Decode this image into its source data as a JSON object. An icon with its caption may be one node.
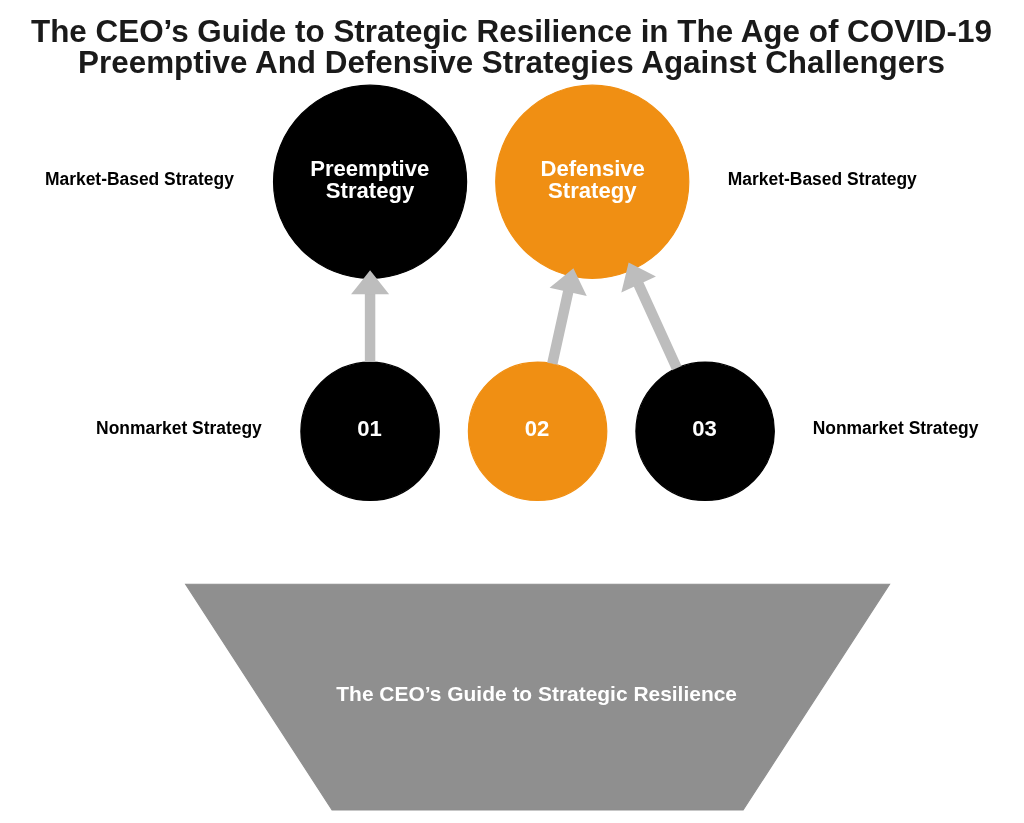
{
  "diagram": {
    "title": "The CEO’s Guide to Strategic Resilience in The Age of COVID-19 Preemptive And Defensive Strategies Against Challengers",
    "nodes": [
      {
        "text": [
          "Preemptive Strategy"
        ],
        "beside": [
          "Market-Based Strategy"
        ]
      },
      {
        "text": [
          "Defensive Strategy"
        ],
        "beside": [
          "Market-Based Strategy"
        ]
      },
      {
        "text": [
          "01"
        ]
      },
      {
        "text": [
          "02"
        ]
      },
      {
        "text": [
          "03"
        ]
      },
      {
        "text": [
          "The CEO’s Guide to Strategic Resilience"
        ]
      }
    ],
    "edges": [
      {
        "from": 2,
        "to": 0,
        "arrow": "to"
      },
      {
        "from": 3,
        "to": 1,
        "arrow": "to"
      },
      {
        "from": 4,
        "to": 1,
        "arrow": "to"
      }
    ],
    "labels": [
      "Nonmarket Strategy",
      "Nonmarket Strategy"
    ]
  }
}
